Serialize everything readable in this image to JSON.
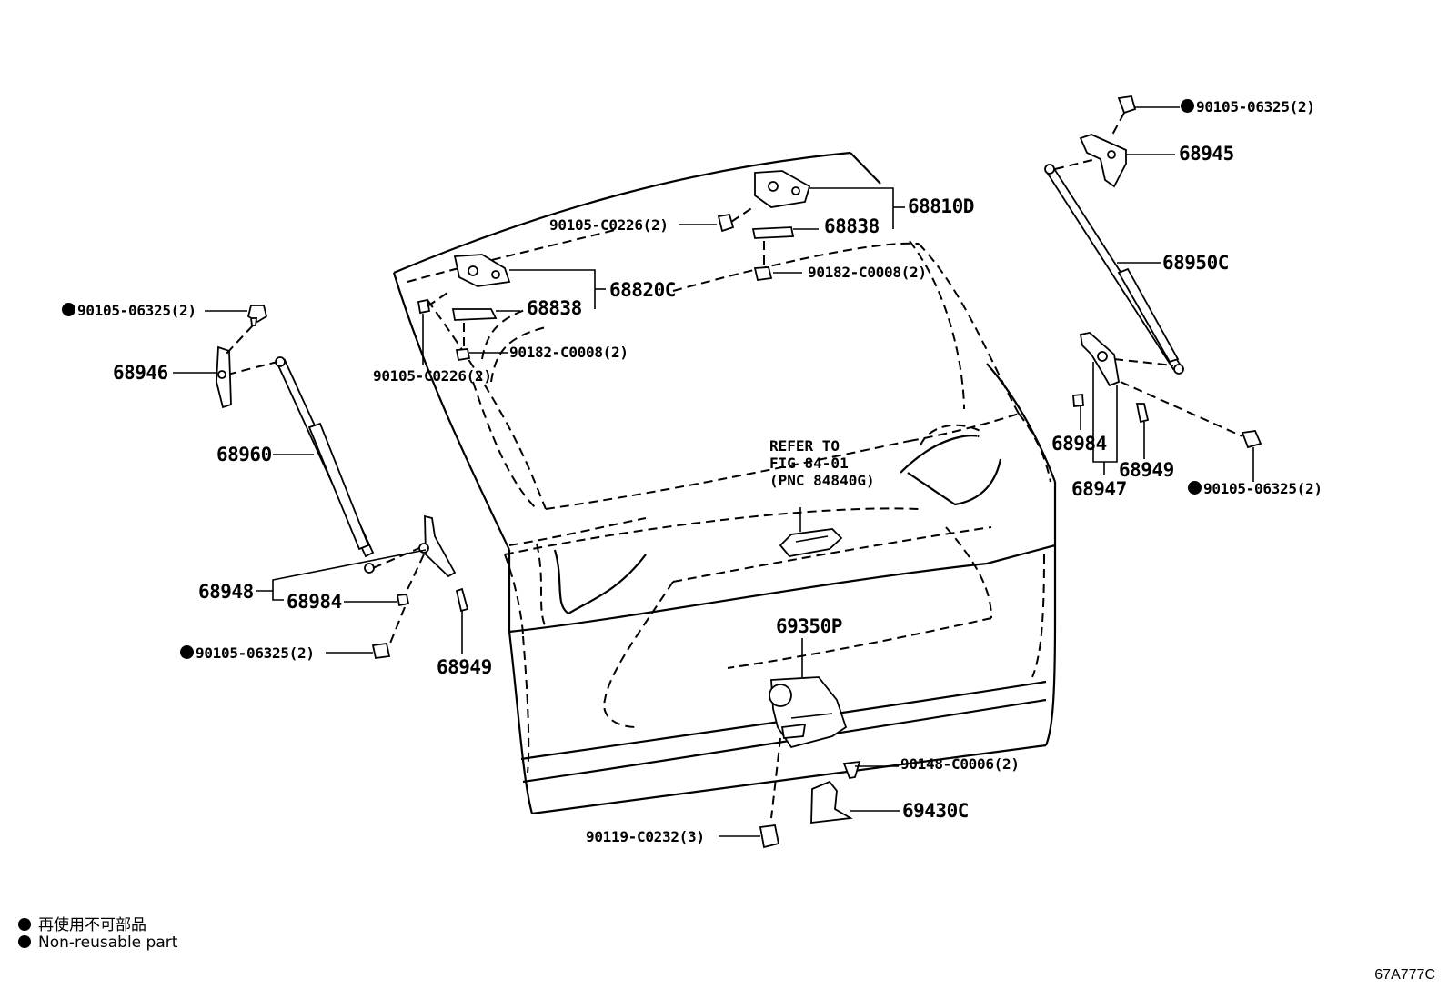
{
  "labels": {
    "p68810D": "68810D",
    "p68838a": "68838",
    "p90105C0226a": "90105-C0226(2)",
    "p90182C0008a": "90182-C0008(2)",
    "p68820C": "68820C",
    "p68838b": "68838",
    "p90182C0008b": "90182-C0008(2)",
    "p90105C0226b": "90105-C0226(2)",
    "p90105_06325_tl": "90105-06325(2)",
    "p68946": "68946",
    "p68960": "68960",
    "p68948": "68948",
    "p68984_left": "68984",
    "p90105_06325_bl": "90105-06325(2)",
    "p68949_left": "68949",
    "p90105_06325_tr": "90105-06325(2)",
    "p68945": "68945",
    "p68950C": "68950C",
    "p68984_right": "68984",
    "p68949_right": "68949",
    "p68947": "68947",
    "p90105_06325_r": "90105-06325(2)",
    "p69350P": "69350P",
    "p90148C0006": "90148-C0006(2)",
    "p69430C": "69430C",
    "p90119C0232": "90119-C0232(3)"
  },
  "refer_note": "REFER TO\nFIG 84-01\n(PNC 84840G)",
  "legend": {
    "jp": "再使用不可部品",
    "en": "Non-reusable part"
  },
  "diagram_code": "67A777C"
}
